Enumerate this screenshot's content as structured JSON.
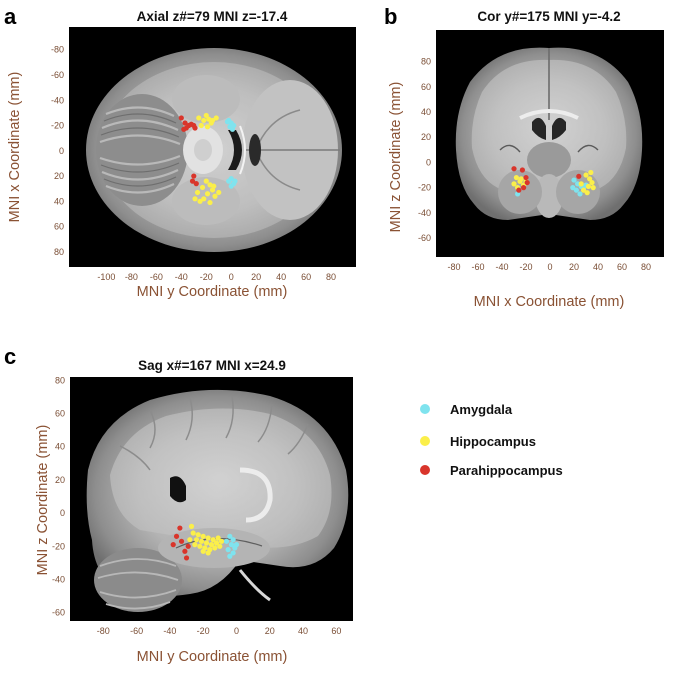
{
  "panels": [
    {
      "letter": "a",
      "title": "Axial z#=79 MNI z=-17.4",
      "xlabel": "MNI y Coordinate (mm)",
      "ylabel": "MNI x Coordinate (mm)"
    },
    {
      "letter": "b",
      "title": "Cor y#=175 MNI y=-4.2",
      "xlabel": "MNI x Coordinate (mm)",
      "ylabel": "MNI z Coordinate (mm)"
    },
    {
      "letter": "c",
      "title": "Sag x#=167 MNI x=24.9",
      "xlabel": "MNI y Coordinate (mm)",
      "ylabel": "MNI z Coordinate (mm)"
    }
  ],
  "legend": [
    {
      "name": "Amygdala",
      "color": "#7fe3ee"
    },
    {
      "name": "Hippocampus",
      "color": "#fbef4a"
    },
    {
      "name": "Parahippocampus",
      "color": "#d9352b"
    }
  ],
  "chart_data": [
    {
      "type": "scatter",
      "title": "Axial z#=79 MNI z=-17.4",
      "xlabel": "MNI y Coordinate (mm)",
      "ylabel": "MNI x Coordinate (mm)",
      "xlim": [
        -130,
        100
      ],
      "ylim": [
        -98,
        92
      ],
      "yinverted": true,
      "xticks": [
        -100,
        -80,
        -60,
        -40,
        -20,
        0,
        20,
        40,
        60,
        80
      ],
      "yticks": [
        -80,
        -60,
        -40,
        -20,
        0,
        20,
        40,
        60,
        80
      ],
      "grid": false,
      "series": [
        {
          "name": "Amygdala",
          "color": "#7fe3ee",
          "points": [
            [
              -2,
              -24
            ],
            [
              0,
              -22
            ],
            [
              2,
              -20
            ],
            [
              -1,
              -19
            ],
            [
              1,
              -17
            ],
            [
              -3,
              -23
            ],
            [
              0,
              22
            ],
            [
              -2,
              24
            ],
            [
              2,
              26
            ],
            [
              0,
              28
            ],
            [
              3,
              24
            ]
          ]
        },
        {
          "name": "Hippocampus",
          "color": "#fbef4a",
          "points": [
            [
              -20,
              -28
            ],
            [
              -18,
              -25
            ],
            [
              -22,
              -24
            ],
            [
              -16,
              -22
            ],
            [
              -24,
              -20
            ],
            [
              -19,
              -19
            ],
            [
              -15,
              -24
            ],
            [
              -12,
              -26
            ],
            [
              -26,
              -26
            ],
            [
              -20,
              24
            ],
            [
              -17,
              27
            ],
            [
              -23,
              29
            ],
            [
              -15,
              31
            ],
            [
              -27,
              33
            ],
            [
              -19,
              34
            ],
            [
              -13,
              36
            ],
            [
              -22,
              38
            ],
            [
              -25,
              40
            ],
            [
              -17,
              41
            ],
            [
              -29,
              38
            ],
            [
              -10,
              33
            ],
            [
              -14,
              28
            ]
          ]
        },
        {
          "name": "Parahippocampus",
          "color": "#d9352b",
          "points": [
            [
              -40,
              -26
            ],
            [
              -37,
              -22
            ],
            [
              -32,
              -21
            ],
            [
              -30,
              -20
            ],
            [
              -34,
              -20
            ],
            [
              -36,
              -18
            ],
            [
              -29,
              -18
            ],
            [
              -38,
              -17
            ],
            [
              -31,
              24
            ],
            [
              -28,
              26
            ],
            [
              -30,
              20
            ]
          ]
        }
      ]
    },
    {
      "type": "scatter",
      "title": "Cor y#=175 MNI y=-4.2",
      "xlabel": "MNI x Coordinate (mm)",
      "ylabel": "MNI z Coordinate (mm)",
      "xlim": [
        -95,
        95
      ],
      "ylim": [
        -75,
        105
      ],
      "xticks": [
        -80,
        -60,
        -40,
        -20,
        0,
        20,
        40,
        60,
        80
      ],
      "yticks": [
        -60,
        -40,
        -20,
        0,
        20,
        40,
        60,
        80
      ],
      "grid": false,
      "series": [
        {
          "name": "Amygdala",
          "color": "#7fe3ee",
          "points": [
            [
              20,
              -14
            ],
            [
              23,
              -17
            ],
            [
              26,
              -19
            ],
            [
              22,
              -22
            ],
            [
              25,
              -25
            ],
            [
              28,
              -21
            ],
            [
              30,
              -18
            ],
            [
              19,
              -20
            ],
            [
              -27,
              -25
            ]
          ]
        },
        {
          "name": "Hippocampus",
          "color": "#fbef4a",
          "points": [
            [
              -28,
              -12
            ],
            [
              -25,
              -15
            ],
            [
              -22,
              -18
            ],
            [
              -27,
              -20
            ],
            [
              -24,
              -13
            ],
            [
              -20,
              -15
            ],
            [
              -30,
              -17
            ],
            [
              30,
              -10
            ],
            [
              33,
              -13
            ],
            [
              35,
              -16
            ],
            [
              32,
              -19
            ],
            [
              28,
              -22
            ],
            [
              36,
              -20
            ],
            [
              34,
              -8
            ],
            [
              26,
              -17
            ],
            [
              31,
              -24
            ]
          ]
        },
        {
          "name": "Parahippocampus",
          "color": "#d9352b",
          "points": [
            [
              -30,
              -5
            ],
            [
              -23,
              -6
            ],
            [
              -20,
              -12
            ],
            [
              -19,
              -16
            ],
            [
              -22,
              -20
            ],
            [
              -26,
              -22
            ],
            [
              24,
              -11
            ]
          ]
        }
      ]
    },
    {
      "type": "scatter",
      "title": "Sag x#=167 MNI x=24.9",
      "xlabel": "MNI y Coordinate (mm)",
      "ylabel": "MNI z Coordinate (mm)",
      "xlim": [
        -100,
        70
      ],
      "ylim": [
        -65,
        82
      ],
      "xticks": [
        -80,
        -60,
        -40,
        -20,
        0,
        20,
        40,
        60
      ],
      "yticks": [
        -60,
        -40,
        -20,
        0,
        20,
        40,
        60,
        80
      ],
      "grid": false,
      "series": [
        {
          "name": "Amygdala",
          "color": "#7fe3ee",
          "points": [
            [
              -4,
              -14
            ],
            [
              -2,
              -16
            ],
            [
              -6,
              -17
            ],
            [
              -3,
              -19
            ],
            [
              -1,
              -21
            ],
            [
              -5,
              -22
            ],
            [
              -2,
              -24
            ],
            [
              -4,
              -26
            ],
            [
              0,
              -19
            ]
          ]
        },
        {
          "name": "Hippocampus",
          "color": "#fbef4a",
          "points": [
            [
              -26,
              -12
            ],
            [
              -23,
              -13
            ],
            [
              -20,
              -14
            ],
            [
              -17,
              -15
            ],
            [
              -14,
              -16
            ],
            [
              -11,
              -15
            ],
            [
              -24,
              -16
            ],
            [
              -21,
              -17
            ],
            [
              -18,
              -18
            ],
            [
              -15,
              -19
            ],
            [
              -12,
              -18
            ],
            [
              -9,
              -17
            ],
            [
              -22,
              -20
            ],
            [
              -19,
              -21
            ],
            [
              -16,
              -22
            ],
            [
              -13,
              -21
            ],
            [
              -20,
              -23
            ],
            [
              -17,
              -24
            ],
            [
              -25,
              -19
            ],
            [
              -10,
              -20
            ],
            [
              -28,
              -16
            ],
            [
              -27,
              -8
            ]
          ]
        },
        {
          "name": "Parahippocampus",
          "color": "#d9352b",
          "points": [
            [
              -34,
              -9
            ],
            [
              -36,
              -14
            ],
            [
              -33,
              -17
            ],
            [
              -38,
              -19
            ],
            [
              -29,
              -20
            ],
            [
              -31,
              -23
            ],
            [
              -30,
              -27
            ]
          ]
        }
      ]
    }
  ]
}
